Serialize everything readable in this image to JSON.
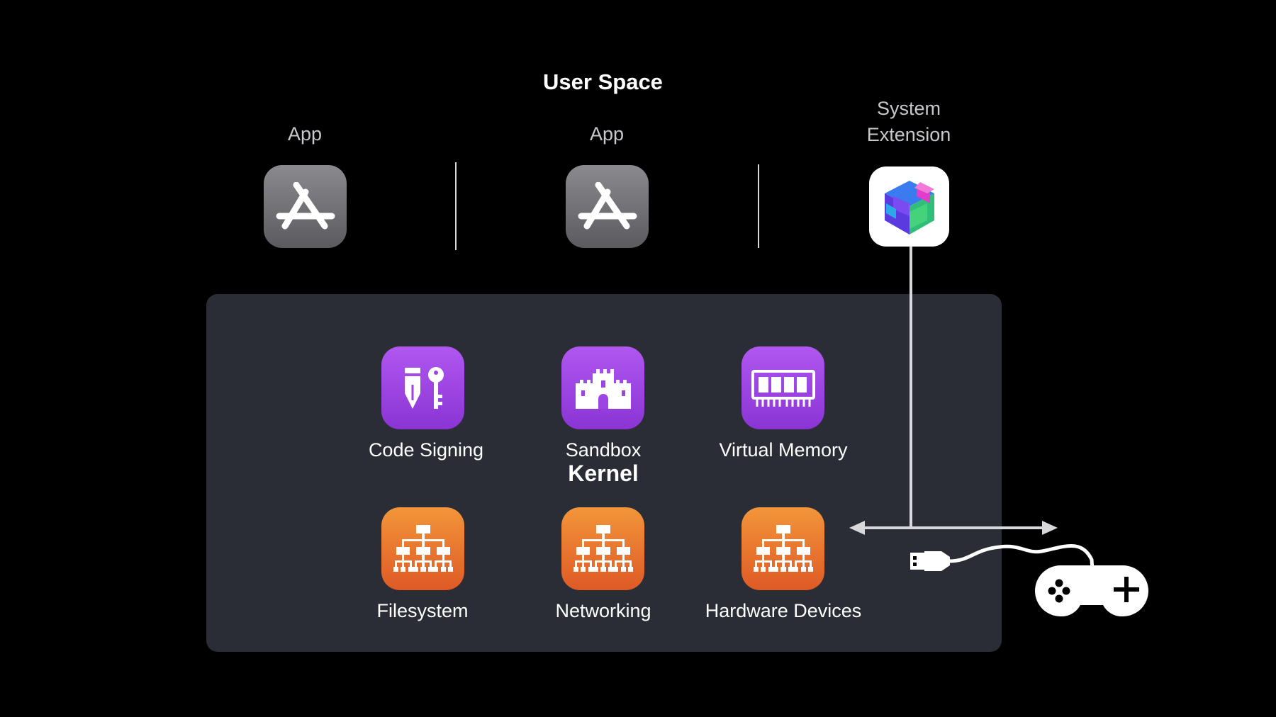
{
  "title": "User Space",
  "columns": [
    {
      "label": "App",
      "icon": "app-store-icon"
    },
    {
      "label": "App",
      "icon": "app-store-icon"
    },
    {
      "label_line1": "System",
      "label_line2": "Extension",
      "icon": "driverkit-cube-icon"
    }
  ],
  "kernel": {
    "title": "Kernel",
    "components": [
      {
        "label": "Code Signing",
        "icon": "pen-nib-key-icon",
        "color": "#9b45e4"
      },
      {
        "label": "Sandbox",
        "icon": "castle-icon",
        "color": "#9b45e4"
      },
      {
        "label": "Virtual Memory",
        "icon": "memory-chip-icon",
        "color": "#9b45e4"
      },
      {
        "label": "Filesystem",
        "icon": "hierarchy-icon",
        "color": "#e8742e"
      },
      {
        "label": "Networking",
        "icon": "hierarchy-icon",
        "color": "#e8742e"
      },
      {
        "label": "Hardware Devices",
        "icon": "hierarchy-icon",
        "color": "#e8742e"
      }
    ]
  },
  "devices": [
    {
      "icon": "usb-plug-icon"
    },
    {
      "icon": "game-controller-icon"
    }
  ],
  "colors": {
    "background": "#000000",
    "kernel_panel": "#2a2d35",
    "connector": "#d8d8dc"
  }
}
